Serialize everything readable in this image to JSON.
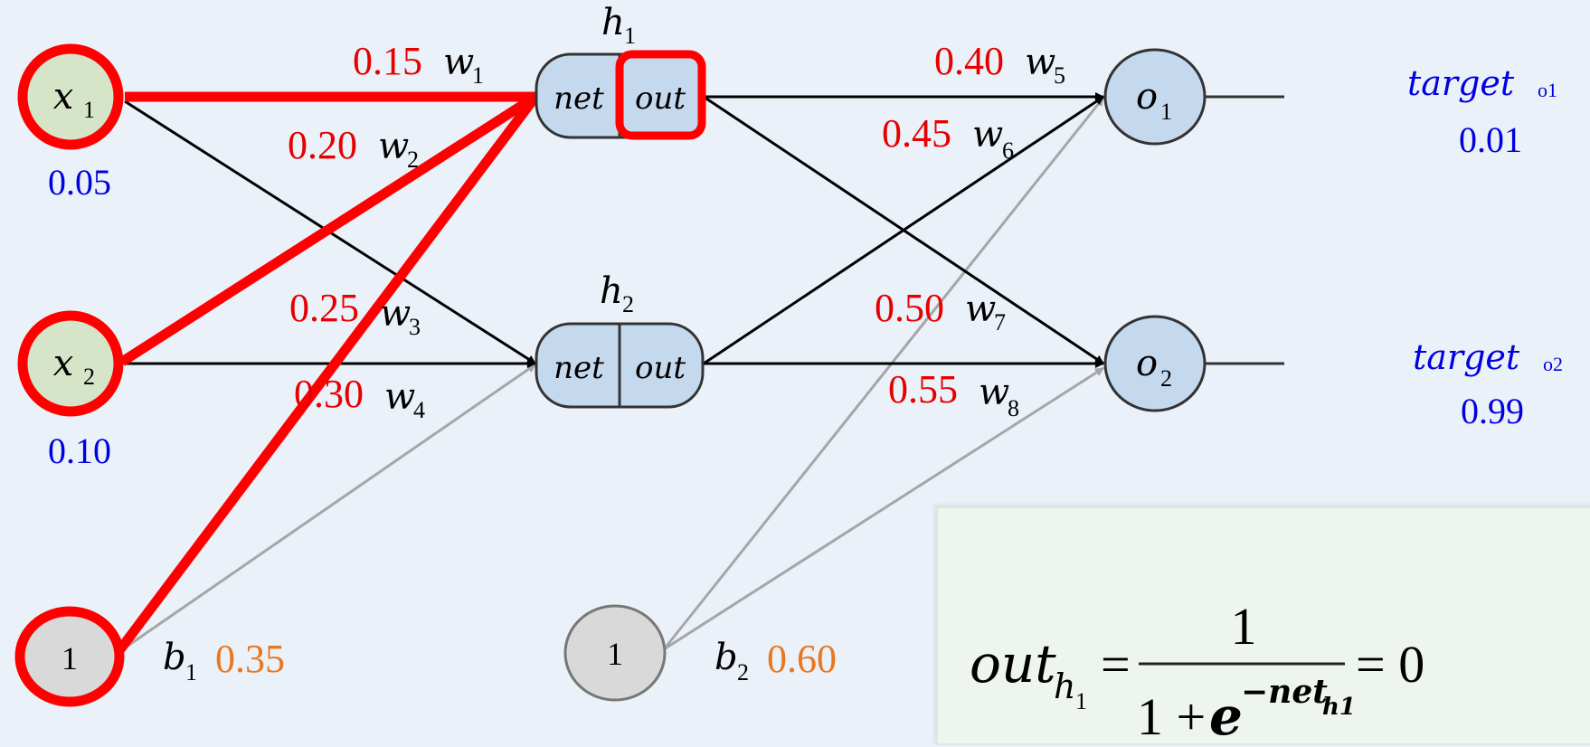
{
  "colors": {
    "background": "#ebf1f9",
    "highlight": "#ff0000",
    "weight_value": "#e60000",
    "input_value": "#0000e0",
    "bias_value": "#e87722",
    "input_node_fill": "#d6e4c8",
    "hidden_node_fill": "#c5d9ee",
    "bias_node_fill": "#d9d9d9",
    "gray_edge": "#a6a6a6"
  },
  "inputs": [
    {
      "id": "x1",
      "symbol": "x",
      "sub": "1",
      "value": "0.05",
      "highlighted": true
    },
    {
      "id": "x2",
      "symbol": "x",
      "sub": "2",
      "value": "0.10",
      "highlighted": true
    }
  ],
  "bias_nodes": [
    {
      "id": "b1",
      "node_label": "1",
      "symbol": "b",
      "sub": "1",
      "value": "0.35",
      "highlighted": true
    },
    {
      "id": "b2",
      "node_label": "1",
      "symbol": "b",
      "sub": "2",
      "value": "0.60",
      "highlighted": false
    }
  ],
  "hidden": [
    {
      "id": "h1",
      "symbol": "h",
      "sub": "1",
      "net": "net",
      "out": "out",
      "out_highlighted": true
    },
    {
      "id": "h2",
      "symbol": "h",
      "sub": "2",
      "net": "net",
      "out": "out",
      "out_highlighted": false
    }
  ],
  "outputs": [
    {
      "id": "o1",
      "symbol": "o",
      "sub": "1",
      "target_label": "target",
      "target_sub": "o1",
      "target_value": "0.01"
    },
    {
      "id": "o2",
      "symbol": "o",
      "sub": "2",
      "target_label": "target",
      "target_sub": "o2",
      "target_value": "0.99"
    }
  ],
  "weights": [
    {
      "name": "w",
      "sub": "1",
      "value": "0.15",
      "from": "x1",
      "to": "h1",
      "highlighted": true
    },
    {
      "name": "w",
      "sub": "2",
      "value": "0.20",
      "from": "x2",
      "to": "h1",
      "highlighted": true
    },
    {
      "name": "w",
      "sub": "3",
      "value": "0.25",
      "from": "x1",
      "to": "h2",
      "highlighted": false
    },
    {
      "name": "w",
      "sub": "4",
      "value": "0.30",
      "from": "x2",
      "to": "h2",
      "highlighted": false
    },
    {
      "name": "w",
      "sub": "5",
      "value": "0.40",
      "from": "h1",
      "to": "o1",
      "highlighted": false
    },
    {
      "name": "w",
      "sub": "6",
      "value": "0.45",
      "from": "h2",
      "to": "o1",
      "highlighted": false
    },
    {
      "name": "w",
      "sub": "7",
      "value": "0.50",
      "from": "h1",
      "to": "o2",
      "highlighted": false
    },
    {
      "name": "w",
      "sub": "8",
      "value": "0.55",
      "from": "h2",
      "to": "o2",
      "highlighted": false
    }
  ],
  "formula": {
    "lhs": "out",
    "lhs_sub": "h",
    "lhs_subsub": "1",
    "eq": "=",
    "numerator": "1",
    "denominator_prefix": "1 + ",
    "denominator_base": "e",
    "denominator_exp": "−net",
    "denominator_exp_sub": "h1",
    "rhs": "= 0"
  }
}
